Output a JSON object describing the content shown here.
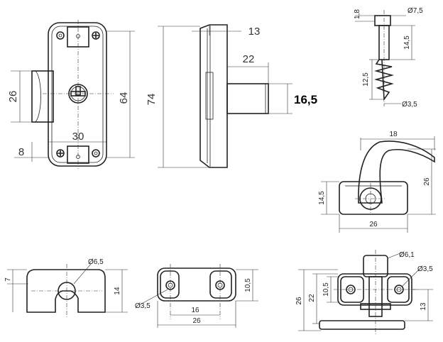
{
  "main_lock": {
    "dims": {
      "height_64": "64",
      "height_74": "74",
      "bolt_26": "26",
      "width_30": "30",
      "offset_8": "8",
      "top_13": "13",
      "bolt_22": "22",
      "bolt_dia": "16,5"
    }
  },
  "screw": {
    "dims": {
      "head_1_8": "1,8",
      "head_dia": "Ø7,5",
      "shank_14_5": "14,5",
      "thread_12_5": "12,5",
      "tip_dia": "Ø3,5"
    }
  },
  "hook": {
    "dims": {
      "width_18": "18",
      "height_26": "26",
      "base_14_5": "14,5",
      "base_26": "26"
    }
  },
  "strike_side": {
    "dims": {
      "dia_6_5": "Ø6,5",
      "top_7": "7",
      "height_14": "14"
    }
  },
  "strike_front": {
    "dims": {
      "hole_3_5": "Ø3,5",
      "pitch_16": "16",
      "width_26": "26",
      "height_10_5": "10,5"
    }
  },
  "strike_bracket": {
    "dims": {
      "dia_6_1": "Ø6,1",
      "hole_3_5": "Ø3,5",
      "h_26": "26",
      "h_22": "22",
      "h_10_5": "10,5",
      "h_13": "13"
    }
  }
}
